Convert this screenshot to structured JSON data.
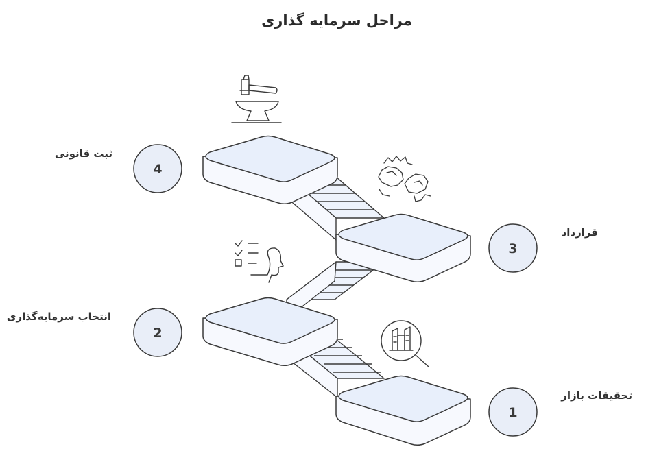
{
  "title": "مراحل سرمایه گذاری",
  "steps": [
    {
      "number": "1",
      "label": "تحقیقات بازار",
      "icon": "market-research-magnifier-icon"
    },
    {
      "number": "2",
      "label": "انتخاب سرمایه‌گذاری",
      "icon": "checklist-thinking-head-icon"
    },
    {
      "number": "3",
      "label": "قرارداد",
      "icon": "handshake-fists-icon"
    },
    {
      "number": "4",
      "label": "ثبت قانونی",
      "icon": "gavel-anvil-icon"
    }
  ],
  "colors": {
    "platform_fill": "#e8effb",
    "platform_side": "#f7f9fe",
    "stroke": "#3a3a3a",
    "circle_fill": "#e9eef8",
    "text": "#333333"
  }
}
